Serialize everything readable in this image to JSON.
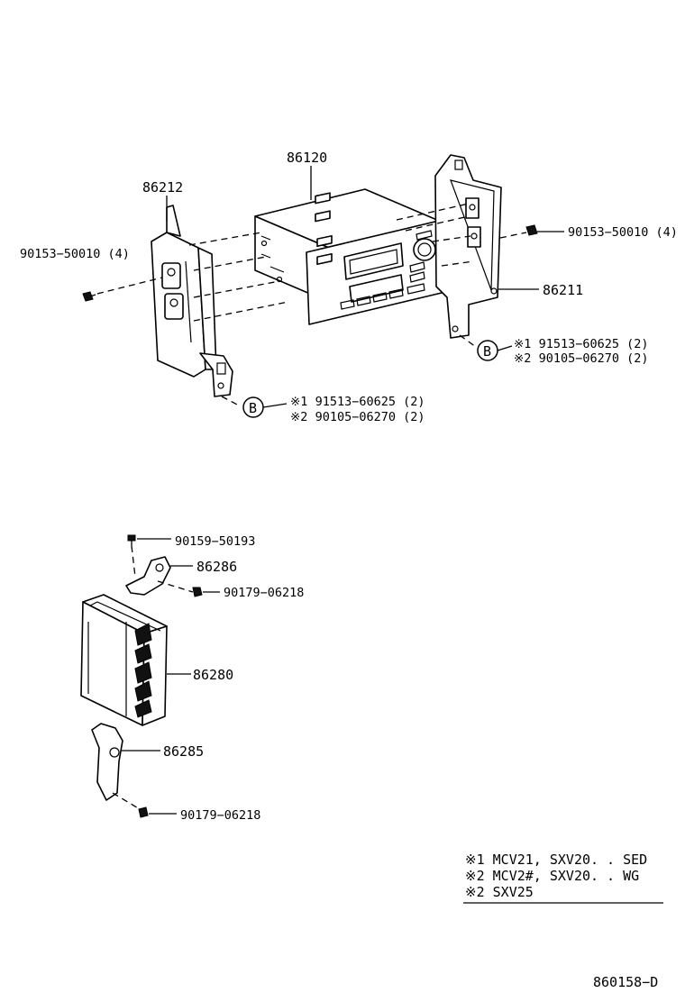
{
  "labels": {
    "p86120": "86120",
    "p86212": "86212",
    "p86211": "86211",
    "bolt_left": "90153−50010 (4)",
    "bolt_right": "90153−50010 (4)",
    "b_circle": "B",
    "b_circle_left": "B",
    "b_right_1": "※1 91513−60625 (2)",
    "b_right_2": "※2 90105−06270 (2)",
    "b_left_1": "※1 91513−60625 (2)",
    "b_left_2": "※2 90105−06270 (2)",
    "p90159": "90159−50193",
    "p86286": "86286",
    "p90179_top": "90179−06218",
    "p86280": "86280",
    "p86285": "86285",
    "p90179_bottom": "90179−06218"
  },
  "legend": {
    "line1": "※1 MCV21, SXV20. . SED",
    "line2": "※2 MCV2#, SXV20. . WG",
    "line3": "※2 SXV25"
  },
  "diagram_code": "860158−D"
}
